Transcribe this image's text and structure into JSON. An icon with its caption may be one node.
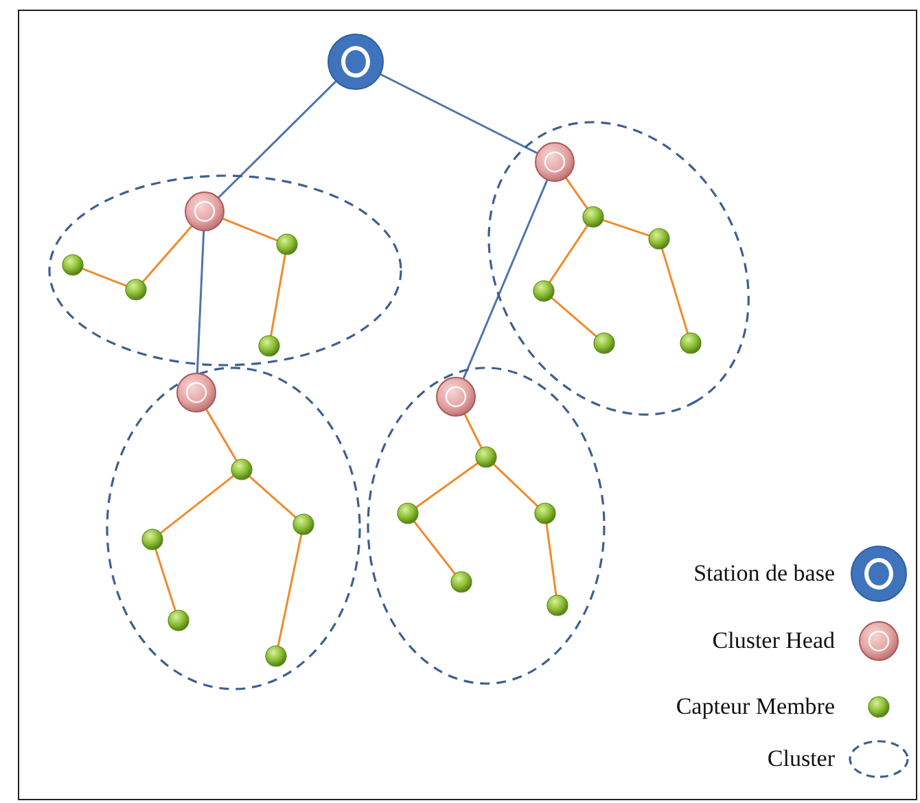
{
  "diagram": {
    "nodes": [
      {
        "text": [],
        "shape": "circle"
      },
      {
        "text": [],
        "shape": "ellipse"
      },
      {
        "text": [],
        "shape": "circle",
        "in": 1
      },
      {
        "text": [],
        "shape": "circle",
        "in": 1
      },
      {
        "text": [],
        "shape": "circle",
        "in": 1
      },
      {
        "text": [],
        "shape": "circle",
        "in": 1
      },
      {
        "text": [],
        "shape": "circle",
        "in": 1
      },
      {
        "text": [],
        "shape": "ellipse"
      },
      {
        "text": [],
        "shape": "circle",
        "in": 7
      },
      {
        "text": [],
        "shape": "circle",
        "in": 7
      },
      {
        "text": [],
        "shape": "circle",
        "in": 7
      },
      {
        "text": [],
        "shape": "circle",
        "in": 7
      },
      {
        "text": [],
        "shape": "circle",
        "in": 7
      },
      {
        "text": [],
        "shape": "circle",
        "in": 7
      },
      {
        "text": [],
        "shape": "ellipse"
      },
      {
        "text": [],
        "shape": "circle",
        "in": 14
      },
      {
        "text": [],
        "shape": "circle",
        "in": 14
      },
      {
        "text": [],
        "shape": "circle",
        "in": 14
      },
      {
        "text": [],
        "shape": "circle",
        "in": 14
      },
      {
        "text": [],
        "shape": "circle",
        "in": 14
      },
      {
        "text": [],
        "shape": "circle",
        "in": 14
      },
      {
        "text": [],
        "shape": "ellipse"
      },
      {
        "text": [],
        "shape": "circle",
        "in": 21
      },
      {
        "text": [],
        "shape": "circle",
        "in": 21
      },
      {
        "text": [],
        "shape": "circle",
        "in": 21
      },
      {
        "text": [],
        "shape": "circle",
        "in": 21
      },
      {
        "text": [],
        "shape": "circle",
        "in": 21
      },
      {
        "text": [],
        "shape": "circle",
        "in": 21
      }
    ],
    "edges": [
      {
        "from": 0,
        "to": 2,
        "arrow": "none",
        "color": "#4f74aa"
      },
      {
        "from": 0,
        "to": 8,
        "arrow": "none",
        "color": "#4f74aa"
      },
      {
        "from": 2,
        "to": 15,
        "arrow": "none",
        "color": "#4f74aa"
      },
      {
        "from": 8,
        "to": 22,
        "arrow": "none",
        "color": "#4f74aa"
      },
      {
        "from": 2,
        "to": 4,
        "arrow": "none"
      },
      {
        "from": 4,
        "to": 3,
        "arrow": "none"
      },
      {
        "from": 2,
        "to": 5,
        "arrow": "none"
      },
      {
        "from": 5,
        "to": 6,
        "arrow": "none"
      },
      {
        "from": 8,
        "to": 9,
        "arrow": "none"
      },
      {
        "from": 9,
        "to": 11,
        "arrow": "none"
      },
      {
        "from": 11,
        "to": 12,
        "arrow": "none"
      },
      {
        "from": 9,
        "to": 10,
        "arrow": "none"
      },
      {
        "from": 10,
        "to": 13,
        "arrow": "none"
      },
      {
        "from": 15,
        "to": 16,
        "arrow": "none"
      },
      {
        "from": 16,
        "to": 17,
        "arrow": "none"
      },
      {
        "from": 17,
        "to": 19,
        "arrow": "none"
      },
      {
        "from": 16,
        "to": 18,
        "arrow": "none"
      },
      {
        "from": 18,
        "to": 20,
        "arrow": "none"
      },
      {
        "from": 22,
        "to": 23,
        "arrow": "none"
      },
      {
        "from": 23,
        "to": 24,
        "arrow": "none"
      },
      {
        "from": 24,
        "to": 26,
        "arrow": "none"
      },
      {
        "from": 23,
        "to": 25,
        "arrow": "none"
      },
      {
        "from": 25,
        "to": 27,
        "arrow": "none"
      }
    ],
    "legend": [
      {
        "text": "Station de base"
      },
      {
        "text": "Cluster Head"
      },
      {
        "text": "Capteur Membre"
      },
      {
        "text": "Cluster"
      }
    ]
  }
}
